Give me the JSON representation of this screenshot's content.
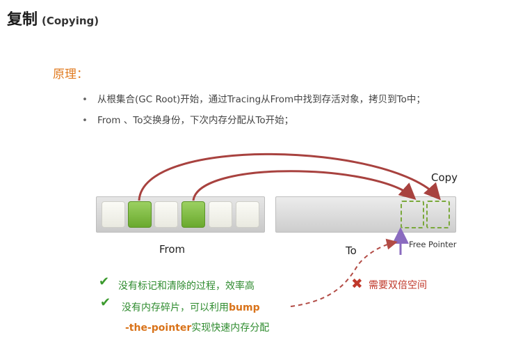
{
  "title": "复制",
  "title_sub": "(Copying)",
  "principle_label": "原理：",
  "bullets": [
    "从根集合(GC Root)开始，通过Tracing从From中找到存活对象，拷贝到To中；",
    "From 、To交换身份，下次内存分配从To开始；"
  ],
  "diagram": {
    "from_label": "From",
    "to_label": "To",
    "copy_label": "Copy",
    "free_pointer_label": "Free Pointer",
    "from_cells": [
      "empty",
      "live",
      "empty",
      "live",
      "empty",
      "empty"
    ]
  },
  "pros": {
    "item1": "没有标记和清除的过程，效率高",
    "item2_text": "没有内存碎片，可以利用",
    "item2_bold": "bump",
    "item3_bold": "-the-pointer",
    "item3_text": "实现快速内存分配"
  },
  "con": "需要双倍空间",
  "colors": {
    "accent": "#e07a1f",
    "live_cell": "#7ab83b",
    "arrow": "#a8423f",
    "pointer_arrow": "#8a6bbf",
    "pro_text": "#2e8b2e",
    "con_text": "#c0392b"
  }
}
